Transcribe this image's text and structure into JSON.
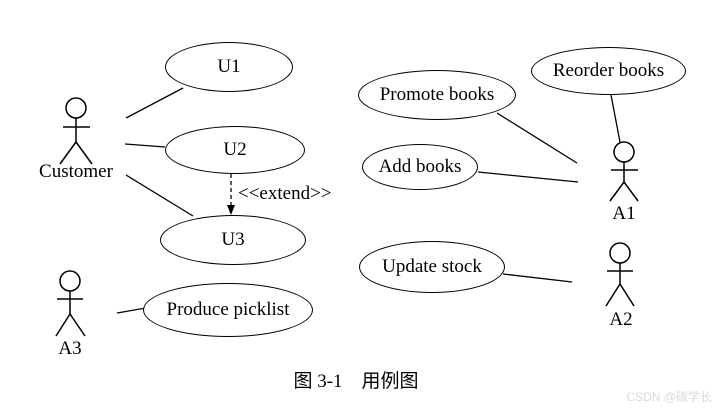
{
  "diagram": {
    "type": "uml-use-case",
    "use_cases": [
      {
        "id": "u1",
        "label": "U1"
      },
      {
        "id": "u2",
        "label": "U2"
      },
      {
        "id": "u3",
        "label": "U3"
      },
      {
        "id": "produce-picklist",
        "label": "Produce picklist"
      },
      {
        "id": "promote-books",
        "label": "Promote books"
      },
      {
        "id": "add-books",
        "label": "Add books"
      },
      {
        "id": "update-stock",
        "label": "Update stock"
      },
      {
        "id": "reorder-books",
        "label": "Reorder books"
      }
    ],
    "actors": [
      {
        "id": "customer",
        "label": "Customer"
      },
      {
        "id": "a1",
        "label": "A1"
      },
      {
        "id": "a2",
        "label": "A2"
      },
      {
        "id": "a3",
        "label": "A3"
      }
    ],
    "relationships": [
      {
        "from": "customer",
        "to": "u1",
        "type": "association"
      },
      {
        "from": "customer",
        "to": "u2",
        "type": "association"
      },
      {
        "from": "customer",
        "to": "u3",
        "type": "association"
      },
      {
        "from": "u2",
        "to": "u3",
        "type": "extend"
      },
      {
        "from": "a3",
        "to": "produce-picklist",
        "type": "association"
      },
      {
        "from": "promote-books",
        "to": "a1",
        "type": "association"
      },
      {
        "from": "add-books",
        "to": "a1",
        "type": "association"
      },
      {
        "from": "reorder-books",
        "to": "a1",
        "type": "association"
      },
      {
        "from": "update-stock",
        "to": "a2",
        "type": "association"
      }
    ],
    "extend_label": "<<extend>>",
    "caption": "图 3-1　用例图",
    "watermark": "CSDN @碳学长",
    "colors": {
      "stroke": "#000000",
      "background": "#ffffff",
      "watermark_text": "#d9d9d9"
    }
  }
}
